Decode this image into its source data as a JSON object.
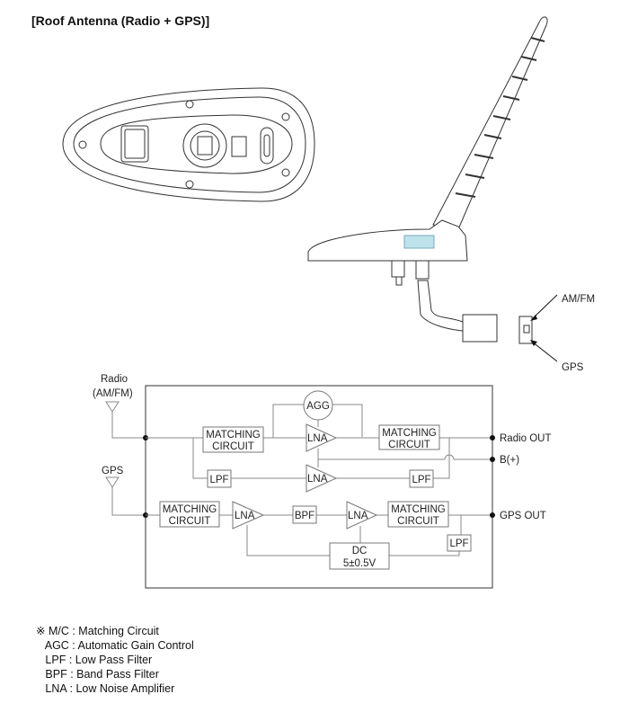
{
  "title": "[Roof Antenna (Radio + GPS)]",
  "illustration": {
    "connector_labels": {
      "amfm": "AM/FM",
      "gps": "GPS"
    }
  },
  "block_diagram": {
    "inputs": {
      "radio_line1": "Radio",
      "radio_line2": "(AM/FM)",
      "gps": "GPS"
    },
    "outputs": {
      "radio_out": "Radio OUT",
      "bplus": "B(+)",
      "gps_out": "GPS OUT"
    },
    "agc": "AGG",
    "matching_line1": "MATCHING",
    "matching_line2": "CIRCUIT",
    "lna": "LNA",
    "lpf": "LPF",
    "bpf": "BPF",
    "dc_line1": "DC",
    "dc_line2": "5±0.5V"
  },
  "legend": [
    "※ M/C : Matching Circuit",
    "   AGC : Automatic Gain Control",
    "   LPF : Low Pass Filter",
    "   BPF : Band Pass Filter",
    "   LNA : Low Noise Amplifier"
  ]
}
